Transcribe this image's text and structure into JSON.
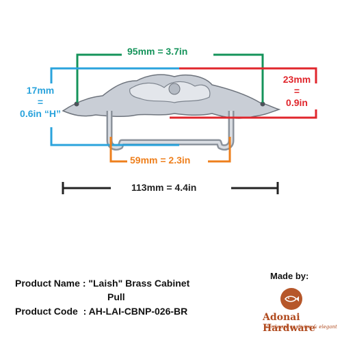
{
  "dimensions": {
    "width_label": "95mm = 3.7in",
    "height_label_lines": [
      "17mm",
      "=",
      "0.6in “H”"
    ],
    "depth_label_lines": [
      "23mm",
      "=",
      "0.9in"
    ],
    "grip_label": "59mm = 2.3in",
    "overall_label": "113mm = 4.4in"
  },
  "product": {
    "name_label": "Product Name",
    "name_value_line1": ": \"Laish\" Brass Cabinet",
    "name_value_line2": "Pull",
    "code_label": "Product Code",
    "code_value": ": AH-LAI-CBNP-026-BR"
  },
  "brand": {
    "made_by": "Made by:",
    "name": "Adonai Hardware",
    "tagline": "Hardware so divine & elegant",
    "logo_icon": "fish-logo-icon"
  },
  "colors": {
    "green": "#14935a",
    "blue": "#2aa3dc",
    "red": "#e0262c",
    "orange": "#ee7f1c",
    "brand": "#b04a1e"
  }
}
